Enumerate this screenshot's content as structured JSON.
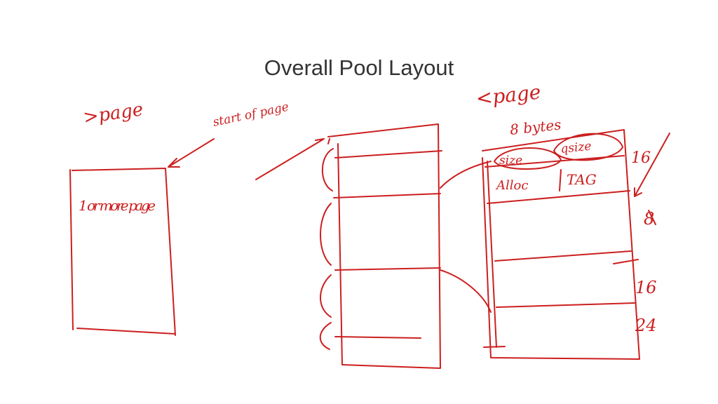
{
  "slide": {
    "title": "Overall Pool Layout"
  },
  "ink": {
    "color": "#cc1f1f",
    "annotations": [
      {
        "id": "ann-gt-page",
        "text": ">page"
      },
      {
        "id": "ann-start-of-page",
        "text": "start of page"
      },
      {
        "id": "ann-lt-page",
        "text": "<page"
      },
      {
        "id": "ann-8-bytes",
        "text": "8 bytes"
      },
      {
        "id": "ann-size",
        "text": "size"
      },
      {
        "id": "ann-qsize",
        "text": "qsize"
      },
      {
        "id": "ann-alloc",
        "text": "Alloc"
      },
      {
        "id": "ann-tag",
        "text": "TAG"
      },
      {
        "id": "ann-1-or-more-pages",
        "text": "1 or more page"
      },
      {
        "id": "ann-16-top",
        "text": "16"
      },
      {
        "id": "ann-8",
        "text": "8"
      },
      {
        "id": "ann-16",
        "text": "16"
      },
      {
        "id": "ann-24",
        "text": "24"
      }
    ]
  }
}
